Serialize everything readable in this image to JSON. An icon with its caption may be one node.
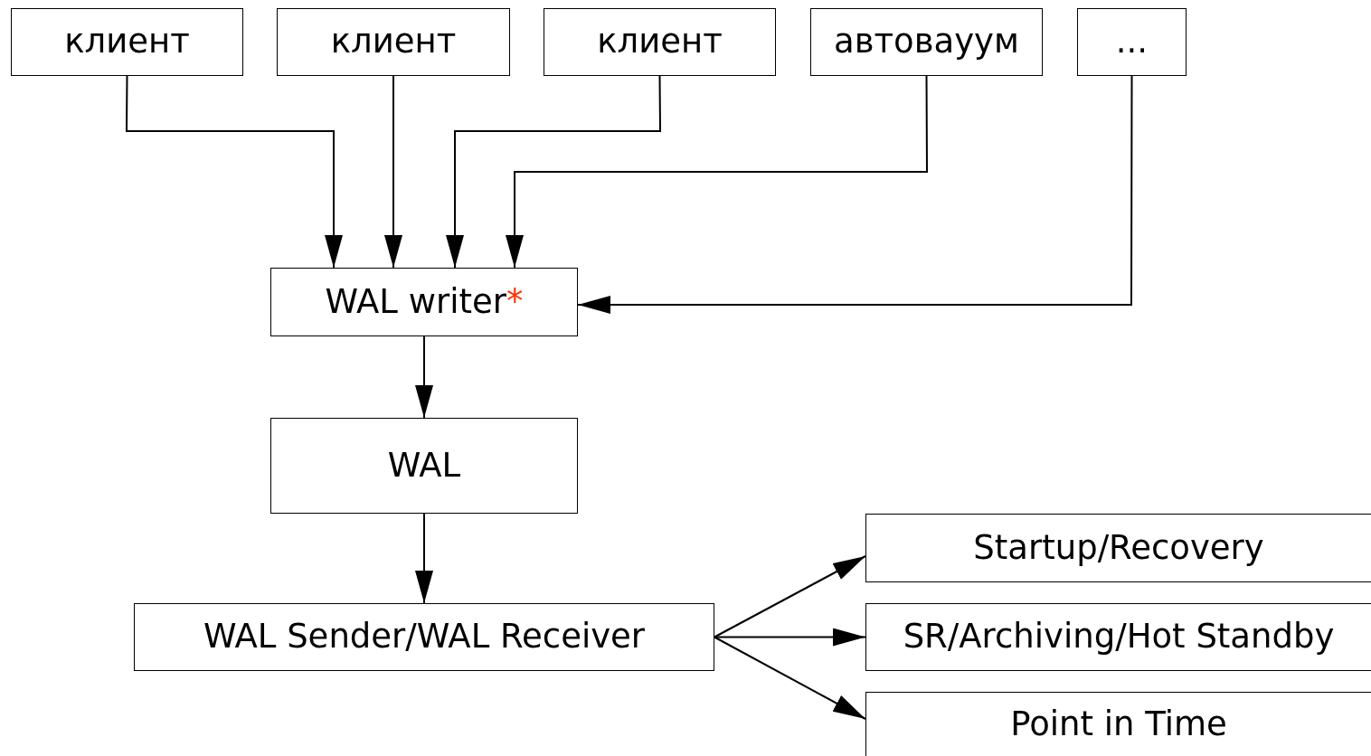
{
  "diagram": {
    "nodes": [
      {
        "text": [
          "клиент"
        ]
      },
      {
        "text": [
          "клиент"
        ]
      },
      {
        "text": [
          "клиент"
        ]
      },
      {
        "text": [
          "автовауум"
        ]
      },
      {
        "text": [
          "..."
        ]
      },
      {
        "text": [
          "WAL writer",
          "*"
        ]
      },
      {
        "text": [
          "WAL"
        ]
      },
      {
        "text": [
          "WAL Sender/WAL Receiver"
        ]
      },
      {
        "text": [
          "Startup/Recovery"
        ]
      },
      {
        "text": [
          "SR/Archiving/Hot Standby"
        ]
      },
      {
        "text": [
          "Point in Time"
        ]
      }
    ],
    "edges": [
      {
        "from": 0,
        "to": 5,
        "arrow": "to"
      },
      {
        "from": 1,
        "to": 5,
        "arrow": "to"
      },
      {
        "from": 2,
        "to": 5,
        "arrow": "to"
      },
      {
        "from": 3,
        "to": 5,
        "arrow": "to"
      },
      {
        "from": 4,
        "to": 5,
        "arrow": "to"
      },
      {
        "from": 5,
        "to": 6,
        "arrow": "to"
      },
      {
        "from": 6,
        "to": 7,
        "arrow": "to"
      },
      {
        "from": 7,
        "to": 8,
        "arrow": "to"
      },
      {
        "from": 7,
        "to": 9,
        "arrow": "to"
      },
      {
        "from": 7,
        "to": 10,
        "arrow": "to"
      }
    ]
  }
}
